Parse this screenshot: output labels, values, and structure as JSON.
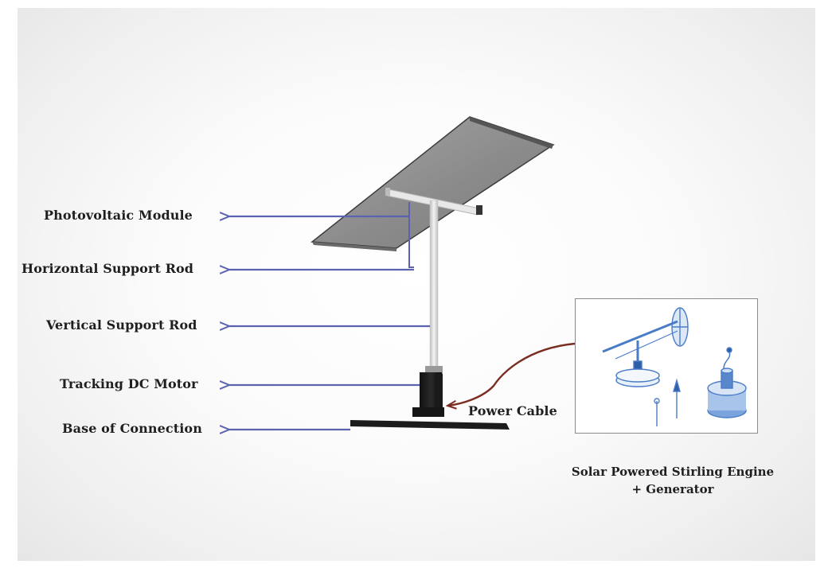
{
  "labels": {
    "photovoltaic_module": "Photovoltaic Module",
    "horizontal_support_rod": "Horizontal Support Rod",
    "vertical_support_rod": "Vertical Support Rod",
    "tracking_dc_motor": "Tracking DC Motor",
    "base_of_connection": "Base of Connection",
    "power_cable": "Power Cable"
  },
  "caption": {
    "line1": "Solar Powered Stirling Engine",
    "line2": "+ Generator"
  },
  "colors": {
    "arrow": "#5b63b0",
    "cable": "#7a2e22",
    "panel": "#8a8a8a",
    "panel_edge": "#3c3c3c",
    "inset_drawing": "#4a7cc8"
  }
}
